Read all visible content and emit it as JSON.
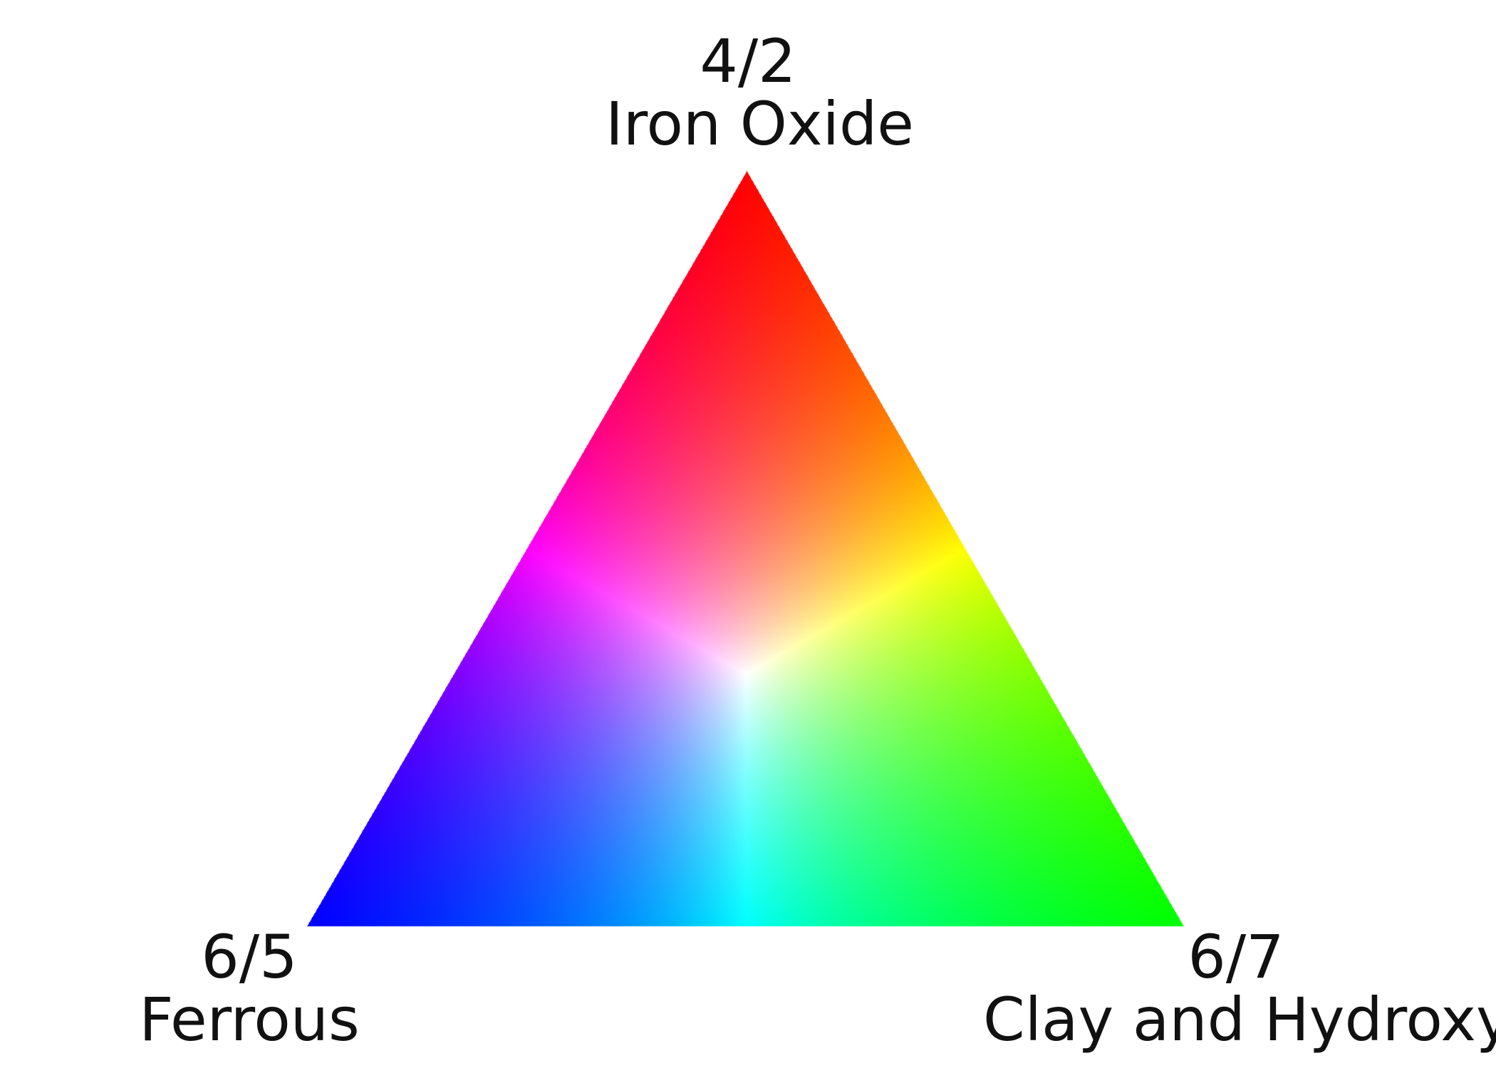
{
  "vertices": {
    "top": {
      "ratio": "4/2",
      "name": "Iron Oxide",
      "color": "#ff0000"
    },
    "left": {
      "ratio": "6/5",
      "name": "Ferrous",
      "color": "#0000ff"
    },
    "right": {
      "ratio": "6/7",
      "name": "Clay and Hydroxyl",
      "color": "#00ff00"
    }
  },
  "center_color": "#ffffff",
  "background_color": "#ffffff"
}
